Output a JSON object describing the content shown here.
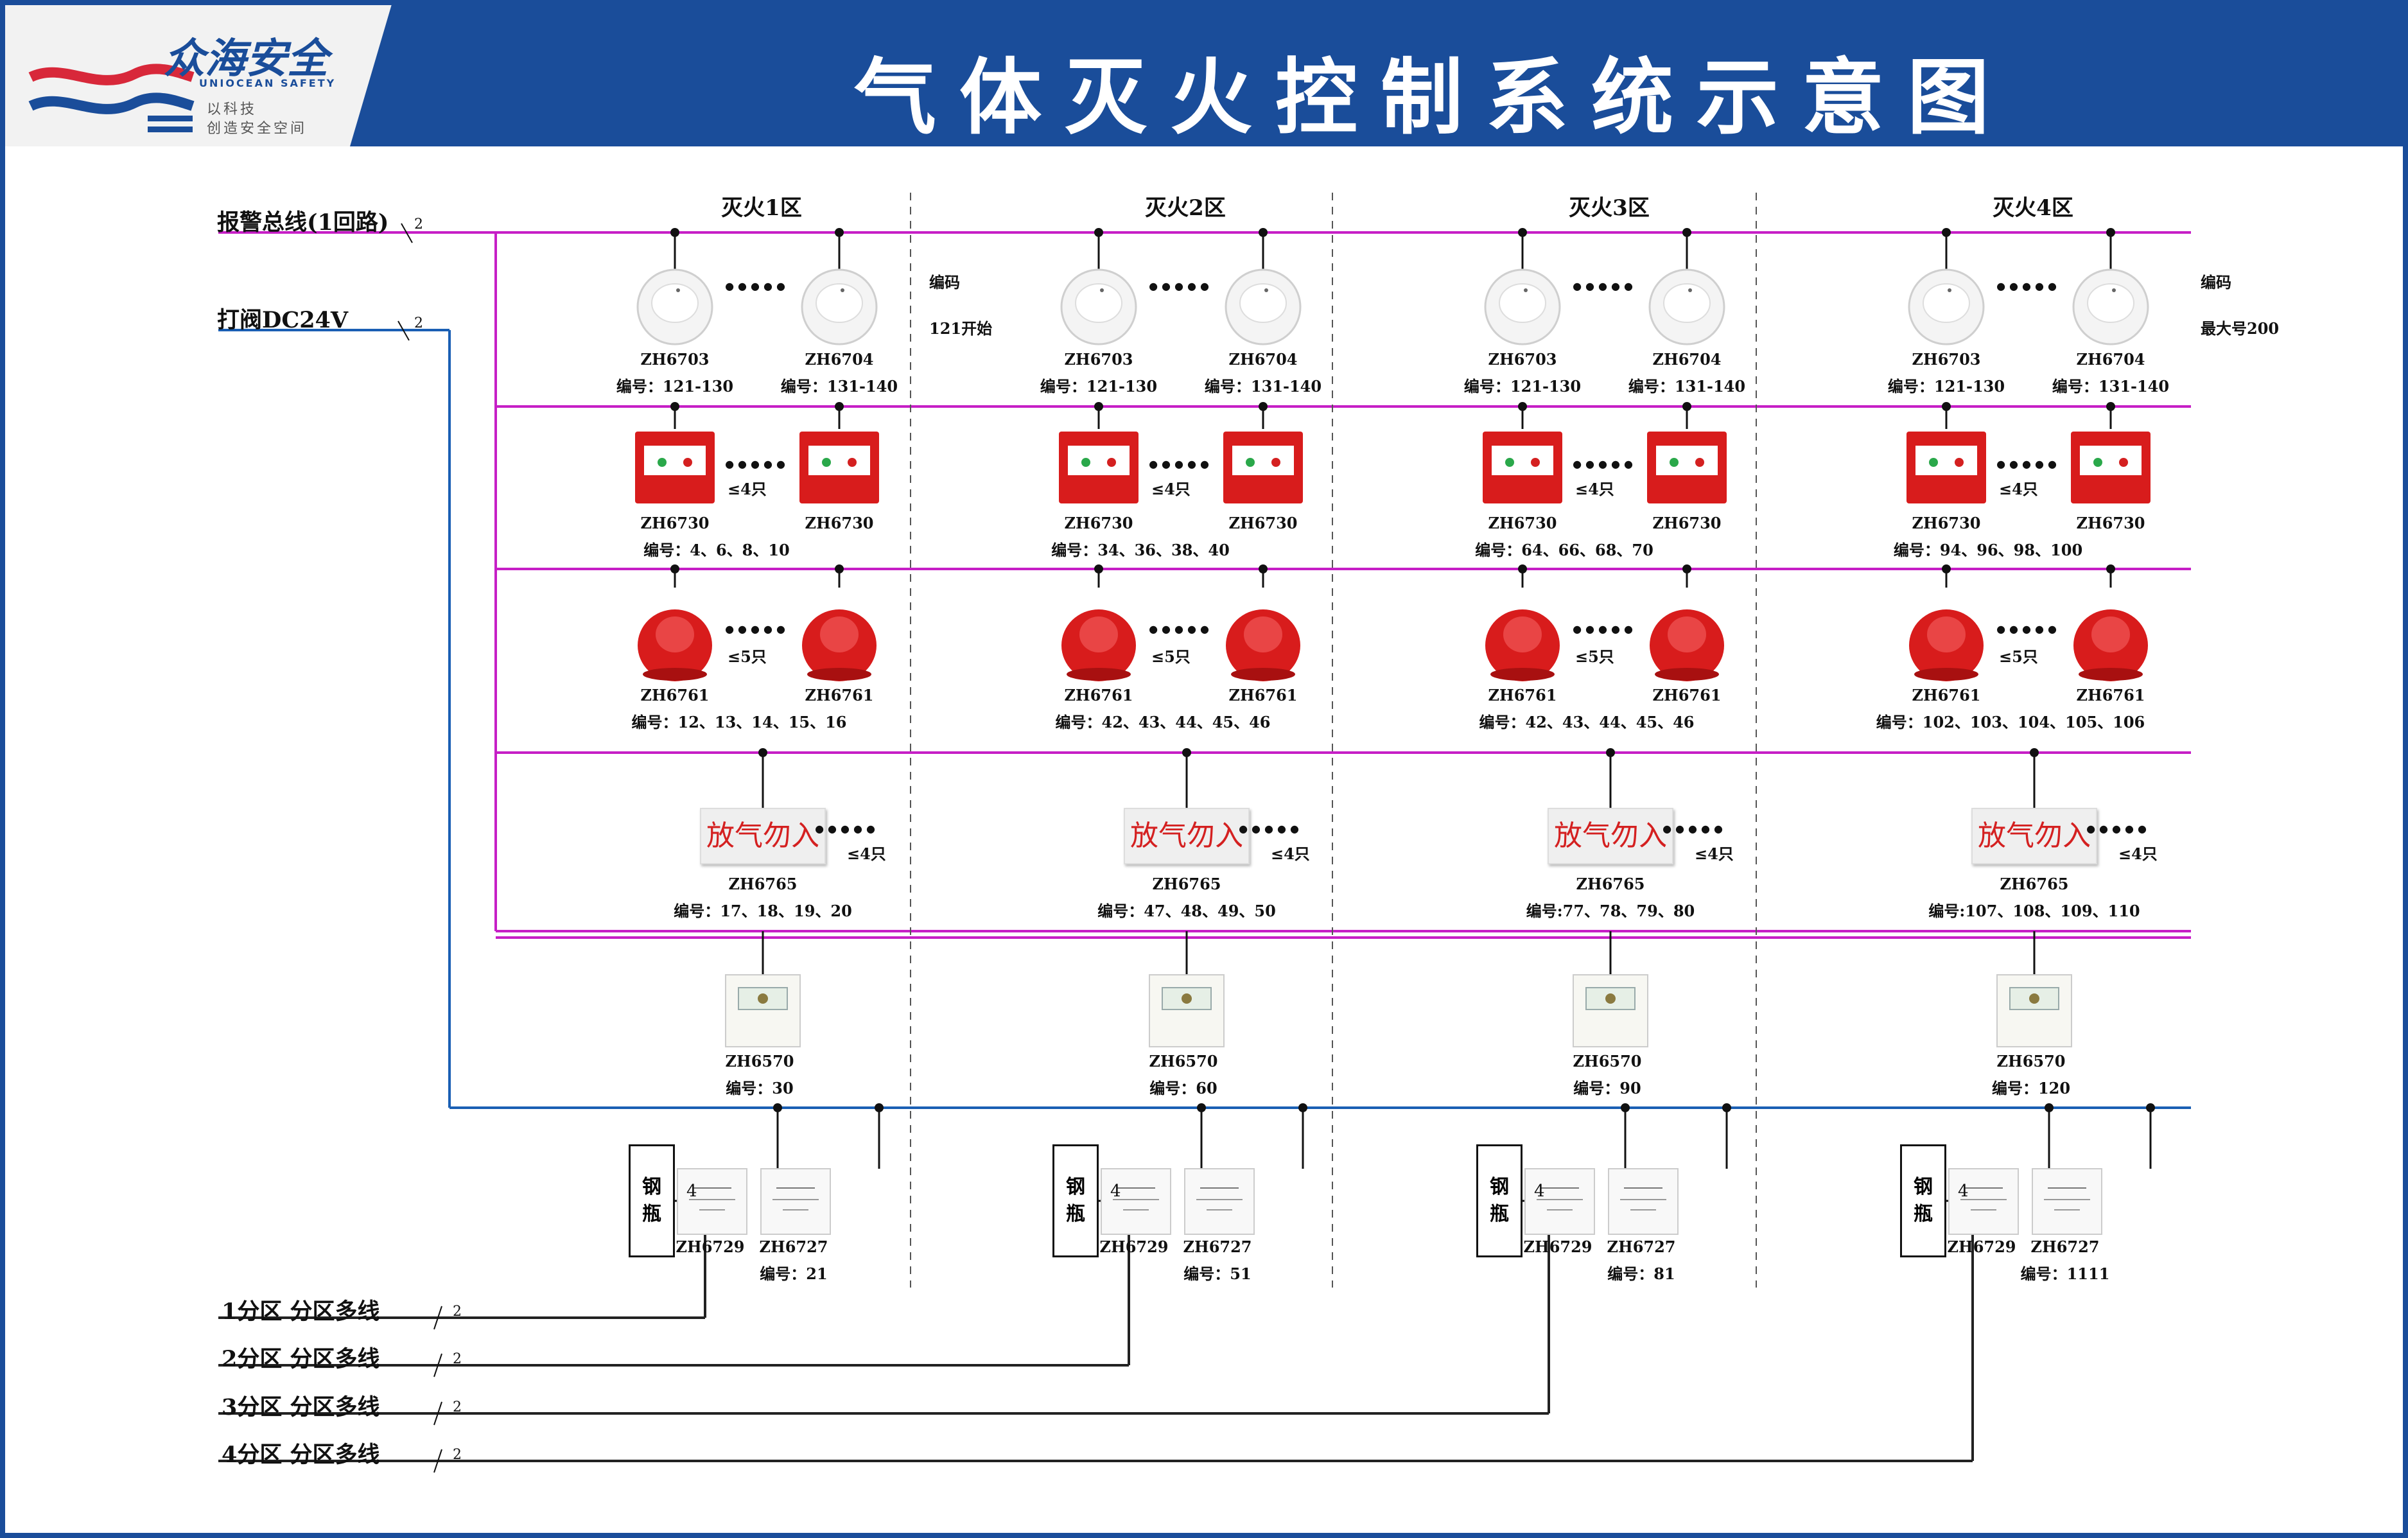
{
  "title": "气体灭火控制系统示意图",
  "brand": {
    "name_cn": "众海安全",
    "name_en": "UNIOCEAN SAFETY",
    "slogan_1": "以科技",
    "slogan_2": "创造安全空间"
  },
  "colors": {
    "header_blue": "#1a4d9a",
    "alarm_bus": "#c61fc6",
    "power_bus": "#1a5fb4",
    "red_device": "#d81c1c",
    "sign_text": "#d42020"
  },
  "buses": {
    "alarm": "报警总线(1回路)",
    "valve": "打阀DC24V",
    "wire2": "2",
    "wire4": "4"
  },
  "multiline": [
    {
      "label": "1分区  分区多线",
      "wires": "2"
    },
    {
      "label": "2分区  分区多线",
      "wires": "2"
    },
    {
      "label": "3分区  分区多线",
      "wires": "2"
    },
    {
      "label": "4分区  分区多线",
      "wires": "2"
    }
  ],
  "zones": [
    {
      "name": "灭火1区",
      "smoke_a": "ZH6703",
      "smoke_b": "ZH6704",
      "smoke_a_no": "编号：121-130",
      "smoke_b_no": "编号：131-140",
      "note_1": "编码",
      "note_2": "121开始",
      "button_a": "ZH6730",
      "button_b": "ZH6730",
      "button_count": "≤4只",
      "button_no": "编号：4、6、8、10",
      "sounder_a": "ZH6761",
      "sounder_b": "ZH6761",
      "sounder_count": "≤5只",
      "sounder_no": "编号：12、13、14、15、16",
      "sign_text": "放气勿入",
      "sign_model": "ZH6765",
      "sign_count": "≤4只",
      "sign_no": "编号：17、18、19、20",
      "panel_model": "ZH6570",
      "panel_no": "编号：30",
      "cylinder_1": "钢",
      "cylinder_2": "瓶",
      "module_a": "ZH6729",
      "module_b": "ZH6727",
      "module_b_no": "编号：21"
    },
    {
      "name": "灭火2区",
      "smoke_a": "ZH6703",
      "smoke_b": "ZH6704",
      "smoke_a_no": "编号：121-130",
      "smoke_b_no": "编号：131-140",
      "note_1": "",
      "note_2": "",
      "button_a": "ZH6730",
      "button_b": "ZH6730",
      "button_count": "≤4只",
      "button_no": "编号：34、36、38、40",
      "sounder_a": "ZH6761",
      "sounder_b": "ZH6761",
      "sounder_count": "≤5只",
      "sounder_no": "编号：42、43、44、45、46",
      "sign_text": "放气勿入",
      "sign_model": "ZH6765",
      "sign_count": "≤4只",
      "sign_no": "编号：47、48、49、50",
      "panel_model": "ZH6570",
      "panel_no": "编号：60",
      "cylinder_1": "钢",
      "cylinder_2": "瓶",
      "module_a": "ZH6729",
      "module_b": "ZH6727",
      "module_b_no": "编号：51"
    },
    {
      "name": "灭火3区",
      "smoke_a": "ZH6703",
      "smoke_b": "ZH6704",
      "smoke_a_no": "编号：121-130",
      "smoke_b_no": "编号：131-140",
      "note_1": "",
      "note_2": "",
      "button_a": "ZH6730",
      "button_b": "ZH6730",
      "button_count": "≤4只",
      "button_no": "编号：64、66、68、70",
      "sounder_a": "ZH6761",
      "sounder_b": "ZH6761",
      "sounder_count": "≤5只",
      "sounder_no": "编号：42、43、44、45、46",
      "sign_text": "放气勿入",
      "sign_model": "ZH6765",
      "sign_count": "≤4只",
      "sign_no": "编号:77、78、79、80",
      "panel_model": "ZH6570",
      "panel_no": "编号：90",
      "cylinder_1": "钢",
      "cylinder_2": "瓶",
      "module_a": "ZH6729",
      "module_b": "ZH6727",
      "module_b_no": "编号：81"
    },
    {
      "name": "灭火4区",
      "smoke_a": "ZH6703",
      "smoke_b": "ZH6704",
      "smoke_a_no": "编号：121-130",
      "smoke_b_no": "编号：131-140",
      "note_1": "编码",
      "note_2": "最大号200",
      "button_a": "ZH6730",
      "button_b": "ZH6730",
      "button_count": "≤4只",
      "button_no": "编号：94、96、98、100",
      "sounder_a": "ZH6761",
      "sounder_b": "ZH6761",
      "sounder_count": "≤5只",
      "sounder_no": "编号：102、103、104、105、106",
      "sign_text": "放气勿入",
      "sign_model": "ZH6765",
      "sign_count": "≤4只",
      "sign_no": "编号:107、108、109、110",
      "panel_model": "ZH6570",
      "panel_no": "编号：120",
      "cylinder_1": "钢",
      "cylinder_2": "瓶",
      "module_a": "ZH6729",
      "module_b": "ZH6727",
      "module_b_no": "编号：1111"
    }
  ]
}
